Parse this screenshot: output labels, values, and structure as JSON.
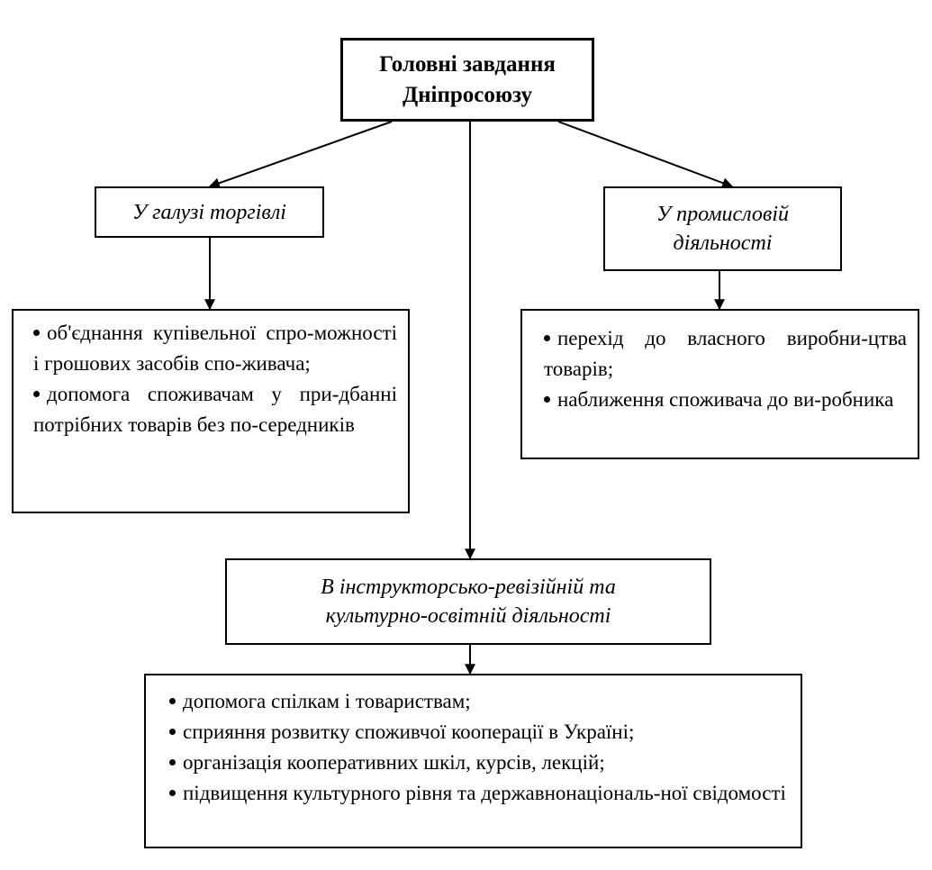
{
  "title": {
    "line1": "Головні завдання",
    "line2": "Дніпросоюзу"
  },
  "trade": {
    "label": "У галузі торгівлі",
    "items": [
      "об'єднання купівельної спро-можності і грошових засобів спо-живача;",
      "допомога споживачам у при-дбанні потрібних товарів без по-середників"
    ]
  },
  "industry": {
    "label_line1": "У промисловій",
    "label_line2": "діяльності",
    "items": [
      "перехід до власного виробни-цтва товарів;",
      "наближення споживача до ви-робника"
    ]
  },
  "instructor": {
    "label_line1": "В інструкторсько-ревізійній та",
    "label_line2": "культурно-освітній діяльності",
    "items": [
      "допомога спілкам і товариствам;",
      "сприяння розвитку споживчої кооперації в Україні;",
      "організація кооперативних шкіл, курсів, лекцій;",
      "підвищення культурного рівня та державнонаціональ-ної свідомості"
    ]
  }
}
